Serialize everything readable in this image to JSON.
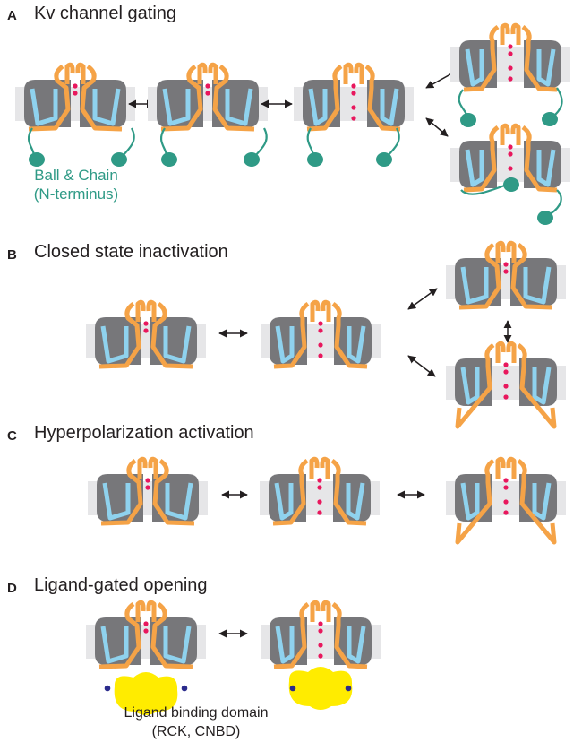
{
  "panels": [
    {
      "letter": "A",
      "title": "Kv channel gating",
      "states": [
        "closed",
        "closed",
        "open",
        "open",
        "N-type inactivated"
      ]
    },
    {
      "letter": "B",
      "title": "Closed state inactivation",
      "states": [
        "closed",
        "open",
        "inactivated",
        "closed-inactivated"
      ]
    },
    {
      "letter": "C",
      "title": "Hyperpolarization activation",
      "states": [
        "closed",
        "open",
        "open"
      ]
    },
    {
      "letter": "D",
      "title": "Ligand-gated opening",
      "states": [
        "closed",
        "open"
      ]
    }
  ],
  "annotations": {
    "ball_chain_line1": "Ball & Chain",
    "ball_chain_line2": "(N-terminus)",
    "ligand_line1": "Ligand binding domain",
    "ligand_line2": "(RCK, CNBD)"
  },
  "colors": {
    "membrane": "#e6e6e8",
    "channel_body": "#77777a",
    "pore_helix": "#f5a347",
    "voltage_sensor": "#8fd2ee",
    "ion": "#e8175d",
    "ball_chain": "#2f9a86",
    "ligand_domain": "#ffec00",
    "ligand": "#2b2b8c",
    "arrow": "#231f20"
  }
}
